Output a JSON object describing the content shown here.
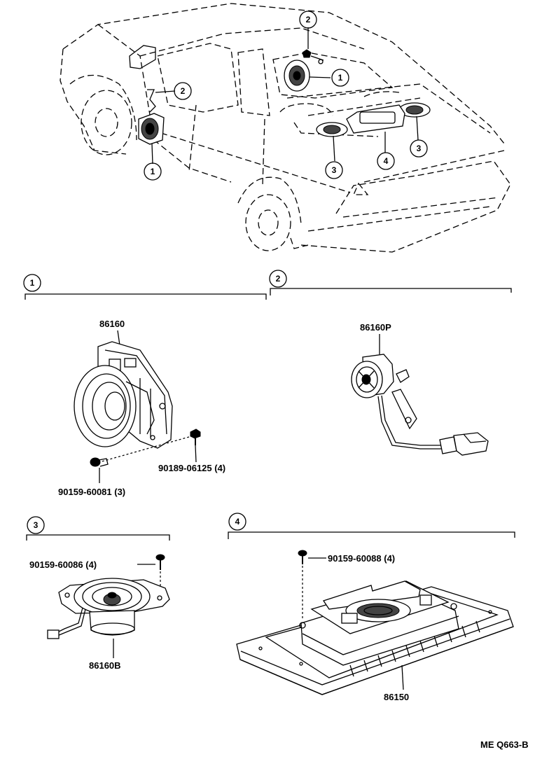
{
  "callouts": [
    "1",
    "2",
    "3",
    "4"
  ],
  "sections": [
    {
      "num": "1",
      "parts": {
        "main": "86160",
        "bolt": "90189-06125 (4)",
        "nut": "90159-60081 (3)"
      }
    },
    {
      "num": "2",
      "parts": {
        "main": "86160P"
      }
    },
    {
      "num": "3",
      "parts": {
        "screw": "90159-60086 (4)",
        "main": "86160B"
      }
    },
    {
      "num": "4",
      "parts": {
        "screw": "90159-60088 (4)",
        "main": "86150"
      }
    }
  ],
  "diagram_code": "ME Q663-B"
}
